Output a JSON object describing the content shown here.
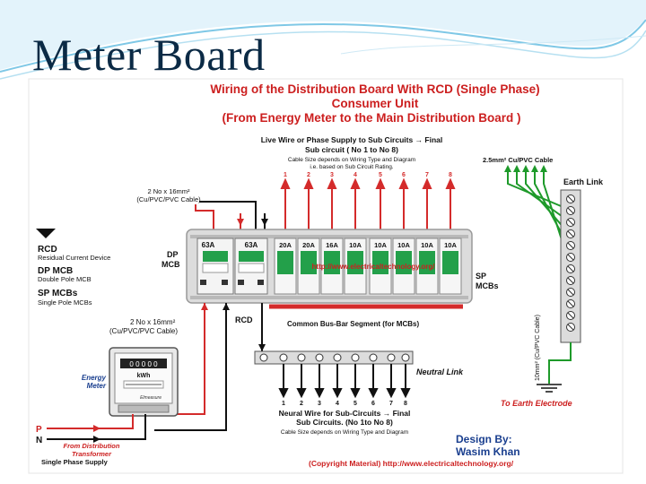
{
  "slide": {
    "title": "Meter Board"
  },
  "diagram": {
    "heading_line1": "Wiring of the Distribution Board With RCD (Single Phase)",
    "heading_line2": "Consumer Unit",
    "heading_line3": "(From Energy Meter to the Main Distribution Board )",
    "live_wire_line1": "Live Wire or Phase Supply to Sub Circuits → Final",
    "live_wire_line2": "Sub circuit ( No 1 to No 8)",
    "cable_note_line1": "Cable Size depends on Wiring Type and Diagram",
    "cable_note_line2": "i.e. based on Sub Circuit Rating.",
    "circuit_numbers": [
      "1",
      "2",
      "3",
      "4",
      "5",
      "6",
      "7",
      "8"
    ],
    "earth_cable_label": "2.5mm² Cu/PVC  Cable",
    "earth_link_label": "Earth Link",
    "top_cable_line1": "2 No x 16mm²",
    "top_cable_line2": "(Cu/PVC/PVC Cable)",
    "rcd_title": "RCD",
    "rcd_desc": "Residual Current Device",
    "dp_mcb_title": "DP MCB",
    "dp_mcb_desc": "Double Pole MCB",
    "sp_mcbs_title": "SP MCBs",
    "sp_mcbs_desc": "Single Pole MCBs",
    "dp_mcb_side": [
      "DP",
      "MCB"
    ],
    "sp_mcbs_side": [
      "SP",
      "MCBs"
    ],
    "rcd_ratings": [
      "63A",
      "63A"
    ],
    "mcb_ratings": [
      "20A",
      "20A",
      "16A",
      "10A",
      "10A",
      "10A",
      "10A",
      "10A"
    ],
    "watermark": "http://www.electricaltechnology.org/",
    "rcd_bottom_label": "RCD",
    "busbar_label": "Common Bus-Bar Segment (for MCBs)",
    "bottom_cable_line1": "2 No x 16mm²",
    "bottom_cable_line2": "(Cu/PVC/PVC Cable)",
    "energy_meter_label": [
      "Energy",
      "Meter"
    ],
    "meter_display": "0 0 0 0 0",
    "meter_unit": "kWh",
    "meter_brand": "Elmeasure",
    "neutral_link_label": "Neutral Link",
    "earth_vertical_cable": "10mm² (Cu/PVC Cable)",
    "to_earth_electrode": "To Earth Electrode",
    "neutral_wire_line1": "Neural Wire for Sub-Circuits → Final",
    "neutral_wire_line2": "Sub Circuits. (No 1to No 8)",
    "neutral_wire_line3": "Cable Size depends on Wiring Type and Diagram",
    "supply_p": "P",
    "supply_n": "N",
    "from_distribution_line1": "From Distribution",
    "from_distribution_line2": "Transformer",
    "single_phase_supply": "Single Phase Supply",
    "design_by": "Design By:",
    "author": "Wasim Khan",
    "copyright": "(Copyright Material) http://www.electricaltechnology.org/",
    "colors": {
      "heading_red": "#cc1f1f",
      "heading_blue": "#1a3f8f",
      "phase_red": "#d42b2b",
      "neutral_black": "#111111",
      "earth_green": "#1e9a2a",
      "mcb_green": "#23a04a",
      "title_navy": "#0b2a45"
    }
  }
}
